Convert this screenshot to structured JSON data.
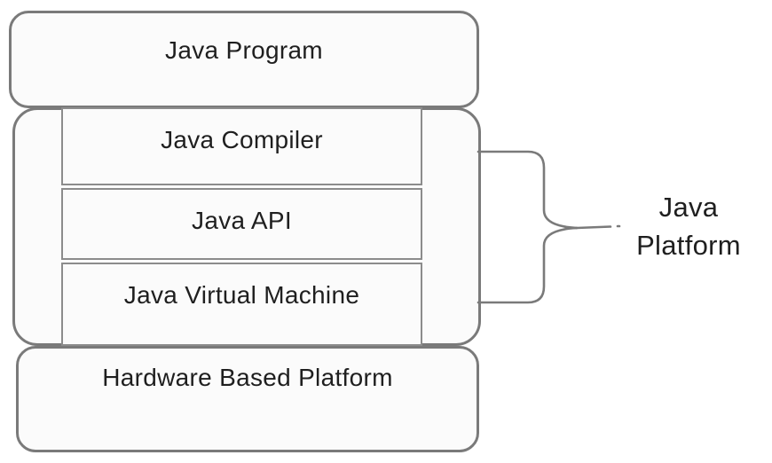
{
  "diagram": {
    "top_box": {
      "label": "Java Program"
    },
    "platform_stack": [
      {
        "label": "Java Compiler"
      },
      {
        "label": "Java API"
      },
      {
        "label": "Java Virtual Machine"
      }
    ],
    "bottom_box": {
      "label": "Hardware Based Platform"
    },
    "brace_label": "Java Platform",
    "colors": {
      "border_gray": "#7a7a7a",
      "table_border_gray": "#8c8c8c",
      "box_fill": "#fbfbfb",
      "text_color": "#1f1f1f",
      "bg": "#ffffff"
    }
  }
}
